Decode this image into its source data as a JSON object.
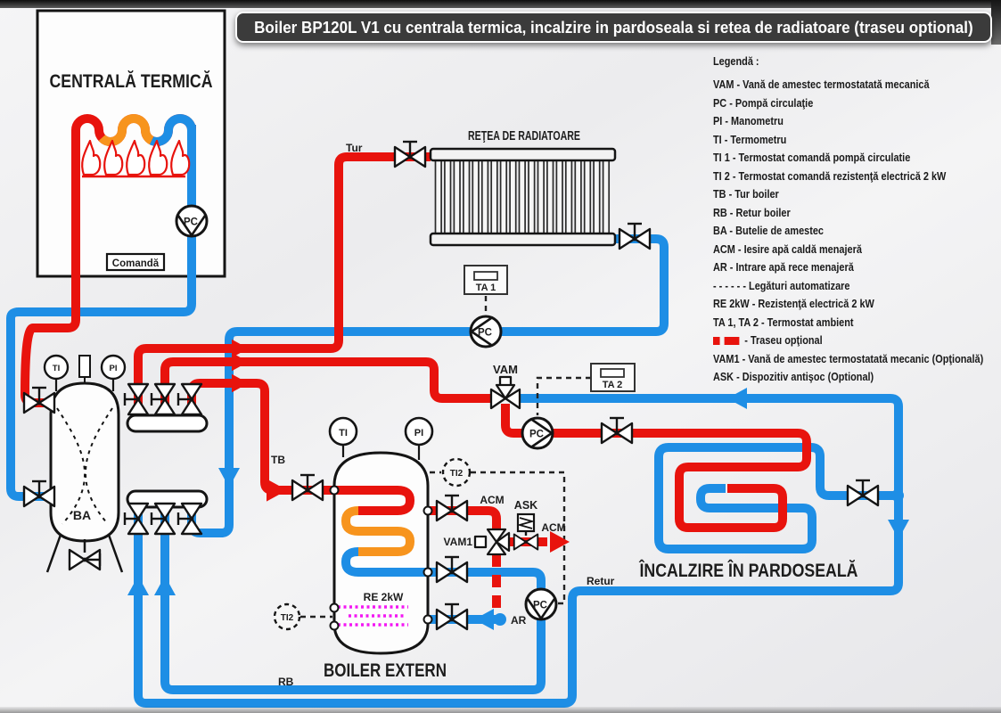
{
  "title": "Boiler BP120L V1 cu centrala termica, incalzire in pardoseala si retea de radiatoare (traseu optional)",
  "legend": {
    "heading": "Legendă :",
    "items": [
      {
        "sym": "",
        "txt": "VAM - Vană de amestec termostatată mecanică"
      },
      {
        "sym": "",
        "txt": "PC - Pompă circulaţie"
      },
      {
        "sym": "",
        "txt": "PI - Manometru"
      },
      {
        "sym": "",
        "txt": "TI - Termometru"
      },
      {
        "sym": "",
        "txt": "TI 1 - Termostat comandă pompă circulatie"
      },
      {
        "sym": "",
        "txt": "TI 2 - Termostat comandă rezistenţă electrică 2 kW"
      },
      {
        "sym": "",
        "txt": "TB - Tur boiler"
      },
      {
        "sym": "",
        "txt": "RB - Retur boiler"
      },
      {
        "sym": "",
        "txt": "BA - Butelie de amestec"
      },
      {
        "sym": "",
        "txt": "ACM - Iesire apă caldă menajeră"
      },
      {
        "sym": "",
        "txt": "AR - Intrare apă rece menajeră"
      },
      {
        "sym": "",
        "txt": "- - - - - -  Legături automatizare"
      },
      {
        "sym": "",
        "txt": "RE 2kW - Rezistenţă electrică 2 kW"
      },
      {
        "sym": "",
        "txt": "TA 1, TA 2 - Termostat ambient"
      },
      {
        "sym": "opt",
        "txt": "- Traseu opţional"
      },
      {
        "sym": "",
        "txt": "VAM1 - Vană de amestec termostatată mecanic (Opţională)"
      },
      {
        "sym": "",
        "txt": "ASK - Dispozitiv antişoc (Optional)"
      }
    ]
  },
  "components": {
    "centrala": "CENTRALĂ TERMICĂ",
    "comanda": "Comandă",
    "radiatoare": "REŢEA DE RADIATOARE",
    "boiler": "BOILER EXTERN",
    "pardoseala": "ÎNCALZIRE ÎN PARDOSEALĂ",
    "ba": "BA",
    "re": "RE 2kW"
  },
  "labels": {
    "tur": "Tur",
    "tb": "TB",
    "rb": "RB",
    "retur": "Retur",
    "acm": "ACM",
    "ar": "AR",
    "ask": "ASK",
    "vam": "VAM",
    "vam1": "VAM1",
    "ta1": "TA 1",
    "ta2": "TA 2",
    "ti": "TI",
    "pi": "PI",
    "ti2": "TI2",
    "pc": "PC"
  },
  "colors": {
    "hot": "#e8130d",
    "cold": "#1e8ee5",
    "warm": "#f7941d",
    "resistance": "#f318f3",
    "line": "#141414"
  }
}
